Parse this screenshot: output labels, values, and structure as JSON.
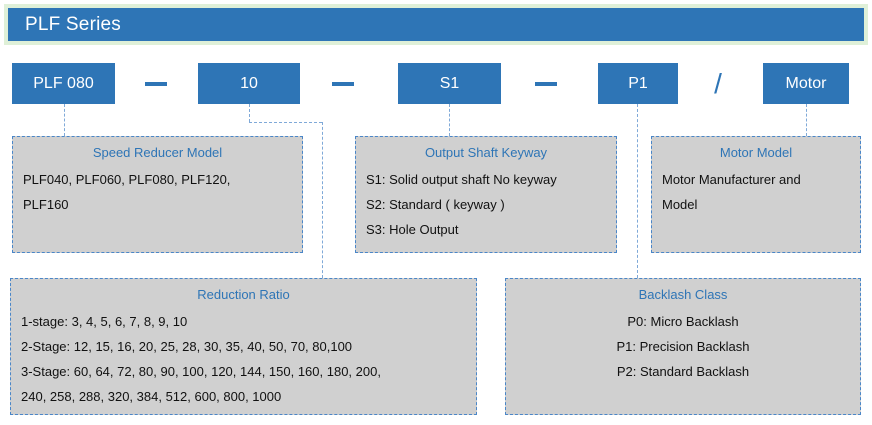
{
  "header": {
    "title": "PLF Series",
    "band_color": "#dff0d8",
    "bar_color": "#2e75b6"
  },
  "code_row": {
    "segments": [
      {
        "label": "PLF 080"
      },
      {
        "label": "10"
      },
      {
        "label": "S1"
      },
      {
        "label": "P1"
      },
      {
        "label": "Motor"
      }
    ],
    "separators": [
      {
        "kind": "dash",
        "glyph": "—"
      },
      {
        "kind": "dash",
        "glyph": "—"
      },
      {
        "kind": "dash",
        "glyph": "—"
      },
      {
        "kind": "slash",
        "glyph": "/"
      }
    ]
  },
  "boxes": {
    "speed_reducer_model": {
      "title": "Speed Reducer Model",
      "lines": [
        "PLF040, PLF060, PLF080, PLF120,",
        "PLF160"
      ]
    },
    "output_shaft_keyway": {
      "title": "Output Shaft Keyway",
      "lines": [
        "S1: Solid output shaft No keyway",
        "S2: Standard ( keyway )",
        "S3: Hole Output"
      ]
    },
    "motor_model": {
      "title": "Motor Model",
      "lines": [
        "Motor Manufacturer and",
        "Model"
      ]
    },
    "reduction_ratio": {
      "title": "Reduction Ratio",
      "lines": [
        "1-stage: 3, 4, 5, 6, 7, 8, 9, 10",
        "2-Stage: 12, 15, 16, 20, 25, 28, 30, 35, 40, 50, 70, 80,100",
        "3-Stage: 60, 64, 72, 80, 90, 100, 120, 144, 150, 160, 180, 200,",
        "240, 258, 288, 320, 384, 512, 600, 800, 1000"
      ]
    },
    "backlash_class": {
      "title": "Backlash Class",
      "lines": [
        "P0: Micro Backlash",
        "P1: Precision Backlash",
        "P2: Standard Backlash"
      ]
    }
  },
  "colors": {
    "accent_blue": "#2e75b6",
    "box_fill": "#d0d0d0",
    "dash_border": "#4a86c8",
    "title_band": "#dff0d8"
  }
}
